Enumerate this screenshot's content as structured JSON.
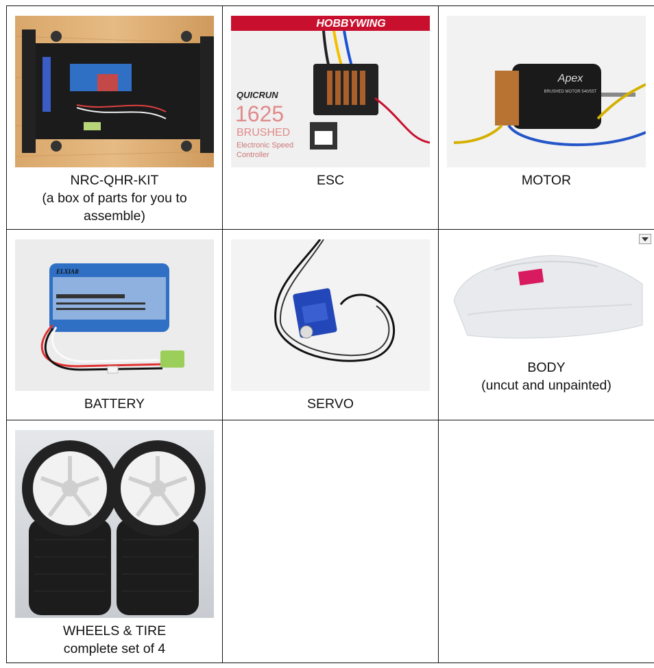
{
  "cells": [
    {
      "id": "kit",
      "lines": [
        "NRC-QHR-KIT",
        "(a box of parts for you to",
        "assemble)"
      ]
    },
    {
      "id": "esc",
      "lines": [
        "ESC"
      ],
      "photo_text": {
        "brand": "HOBBYWING",
        "model": "QUICRUN",
        "number": "1625",
        "type": "BRUSHED",
        "desc1": "Electronic Speed",
        "desc2": "Controller"
      }
    },
    {
      "id": "motor",
      "lines": [
        "MOTOR"
      ],
      "photo_text": {
        "brand": "Apex",
        "sub": "BRUSHED MOTOR 540/55T"
      }
    },
    {
      "id": "battery",
      "lines": [
        "BATTERY"
      ],
      "photo_text": {
        "brand": "ELXIAR"
      }
    },
    {
      "id": "servo",
      "lines": [
        "SERVO"
      ]
    },
    {
      "id": "body",
      "lines": [
        "BODY",
        "(uncut and unpainted)"
      ]
    },
    {
      "id": "wheels",
      "lines": [
        "WHEELS & TIRE",
        "complete set of 4"
      ]
    }
  ],
  "colors": {
    "border": "#111111",
    "battery_blue": "#2f6fc4",
    "esc_red": "#c8102e"
  }
}
